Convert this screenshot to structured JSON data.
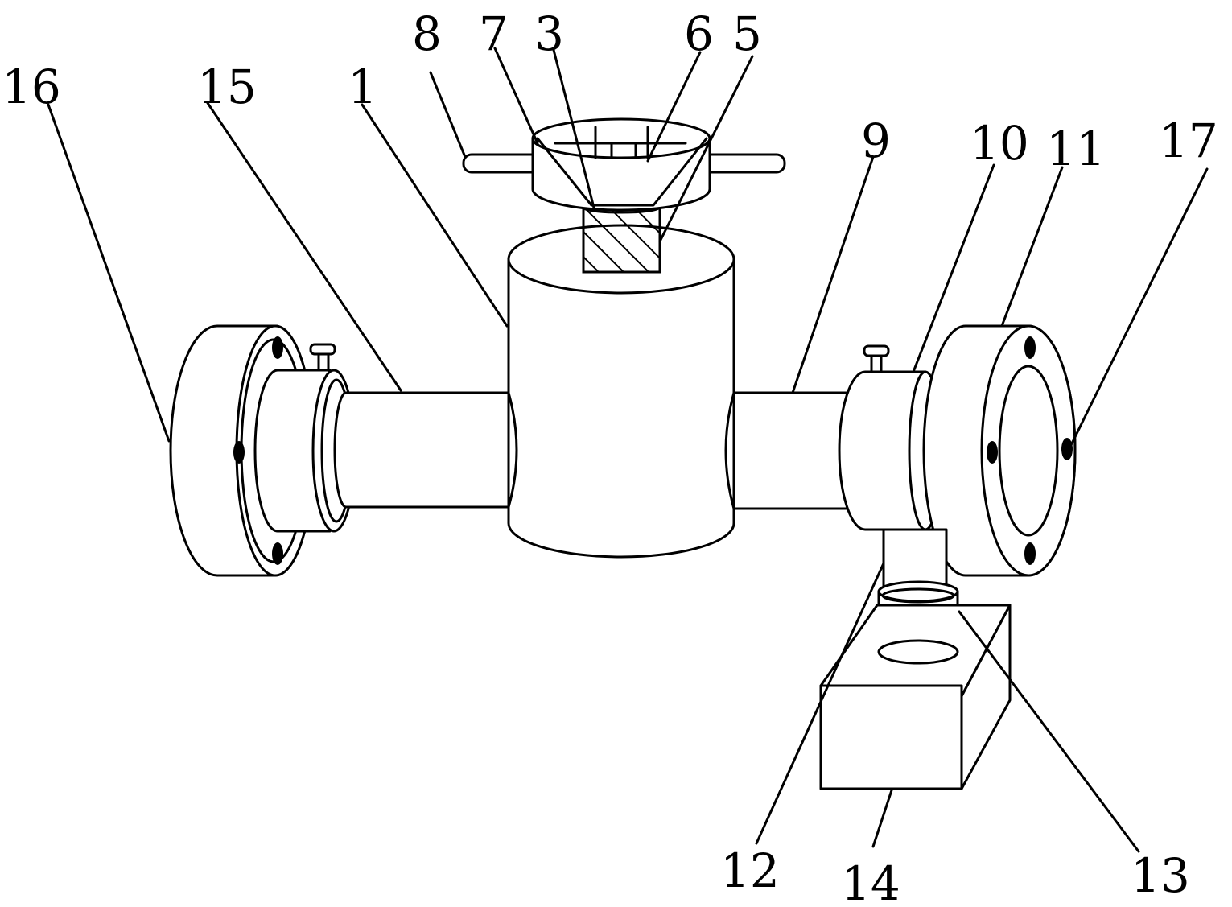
{
  "labels": {
    "l1": "1",
    "l3": "3",
    "l5": "5",
    "l6": "6",
    "l7": "7",
    "l8": "8",
    "l9": "9",
    "l10": "10",
    "l11": "11",
    "l12": "12",
    "l13": "13",
    "l14": "14",
    "l15": "15",
    "l16": "16",
    "l17": "17"
  }
}
